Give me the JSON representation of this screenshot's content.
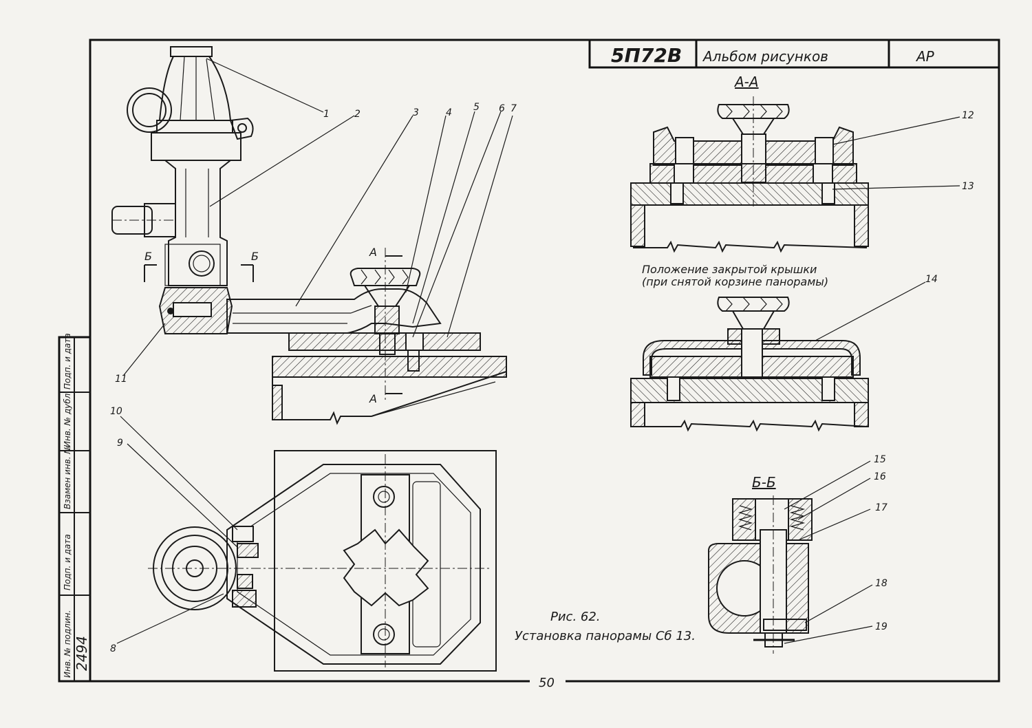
{
  "title_block": {
    "model": "5П72В",
    "album": "Альбом рисунков",
    "code": "АР"
  },
  "section_labels": {
    "aa": "А-А",
    "bb": "Б-Б",
    "cut_a_top": "А",
    "cut_a_bottom": "А",
    "cut_b_left": "Б",
    "cut_b_right": "Б"
  },
  "closed_lid_caption": {
    "line1": "Положение закрытой крышки",
    "line2": "(при снятой корзине панорамы)"
  },
  "figure_caption": {
    "number": "Рис. 62.",
    "title": "Установка панорамы Сб 13."
  },
  "page_number": "50",
  "side_stamp": {
    "labels": [
      "Инв. № подлин.",
      "Подп. и дата",
      "Взамен инв. №",
      "Инв. № дубл.",
      "Подп. и дата"
    ],
    "inventory_number": "2494"
  },
  "callouts": [
    "1",
    "2",
    "3",
    "4",
    "5",
    "6",
    "7",
    "8",
    "9",
    "10",
    "11",
    "12",
    "13",
    "14",
    "15",
    "16",
    "17",
    "18",
    "19"
  ]
}
